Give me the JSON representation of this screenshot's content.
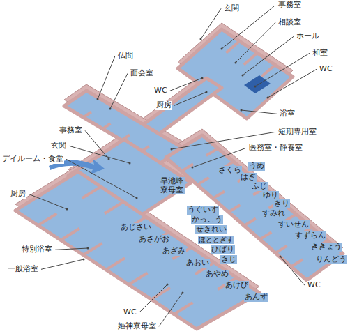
{
  "diagram": {
    "labels": [
      "玄関",
      "事務室",
      "相談室",
      "ホール",
      "和室",
      "WC",
      "仏間",
      "面会室",
      "WC",
      "厨房",
      "浴室",
      "短期専用室",
      "事務室",
      "玄関",
      "医務室・静養室",
      "デイルーム・食堂",
      "早池峰 寮母室",
      "さくら",
      "うめ",
      "はぎ",
      "ふじ",
      "ゆり",
      "きり",
      "厨房",
      "うぐいす",
      "かっこう",
      "せきれい",
      "ほととぎす",
      "ひばり",
      "きじ",
      "すみれ",
      "すいせん",
      "すずらん",
      "ききょう",
      "りんどう",
      "あじさい",
      "あさがお",
      "あざみ",
      "特別浴室",
      "一般浴室",
      "あおい",
      "あやめ",
      "あけび",
      "あんず",
      "WC",
      "WC",
      "姫神寮母室"
    ]
  }
}
